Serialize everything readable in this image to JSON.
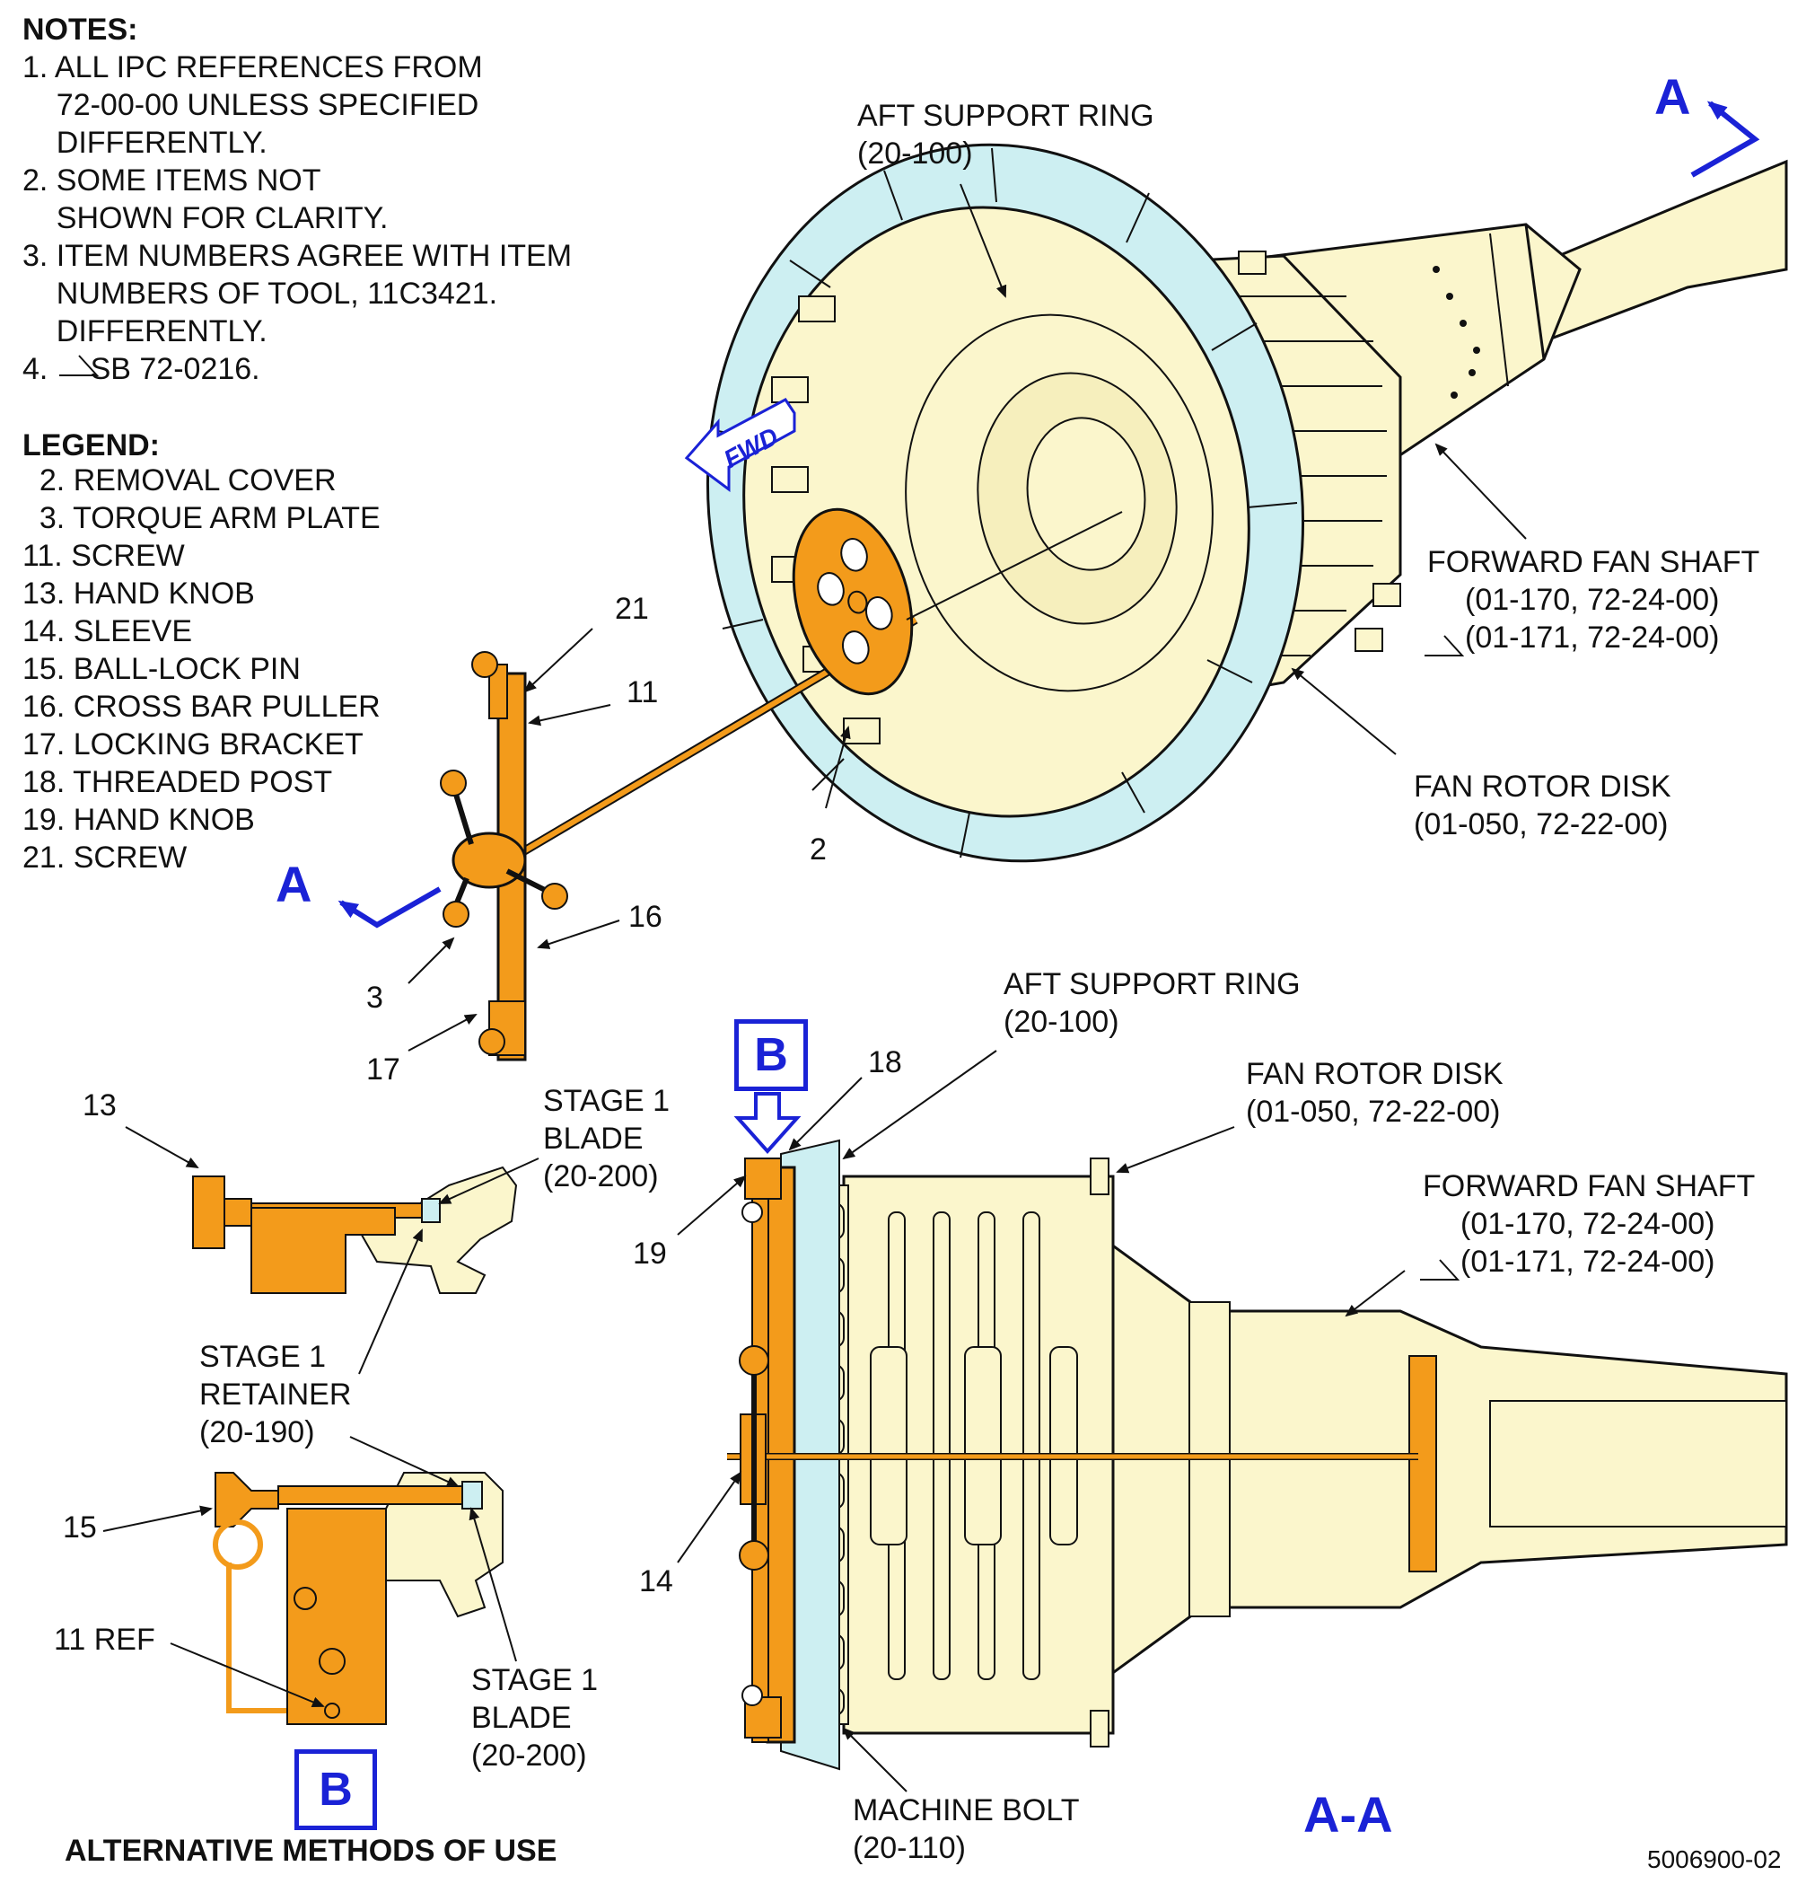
{
  "notes": {
    "heading": "NOTES:",
    "items": [
      "1. ALL IPC REFERENCES FROM",
      "    72-00-00 UNLESS SPECIFIED",
      "    DIFFERENTLY.",
      "2. SOME ITEMS NOT",
      "    SHOWN FOR CLARITY.",
      "3. ITEM NUMBERS AGREE WITH ITEM",
      "    NUMBERS OF TOOL, 11C3421.",
      "    DIFFERENTLY.",
      "4.     SB 72-0216."
    ]
  },
  "legend": {
    "heading": "LEGEND:",
    "items": [
      "  2. REMOVAL COVER",
      "  3. TORQUE ARM PLATE",
      "11. SCREW",
      "13. HAND KNOB",
      "14. SLEEVE",
      "15. BALL-LOCK PIN",
      "16. CROSS BAR PULLER",
      "17. LOCKING BRACKET",
      "18. THREADED POST",
      "19. HAND KNOB",
      "21. SCREW"
    ]
  },
  "callouts_top": {
    "aft_ring": "AFT SUPPORT RING",
    "aft_ring_ref": "(20-100)",
    "fwd_shaft": "FORWARD FAN SHAFT",
    "fwd_shaft_ref1": "(01-170, 72-24-00)",
    "fwd_shaft_ref2": "(01-171, 72-24-00)",
    "fan_disk": "FAN ROTOR DISK",
    "fan_disk_ref": "(01-050, 72-22-00)",
    "fwd": "FWD",
    "n21": "21",
    "n11": "11",
    "n2": "2",
    "n16": "16",
    "n3": "3",
    "n17": "17"
  },
  "view_markers": {
    "a_top": "A",
    "a_left": "A",
    "section": "A-A",
    "b_box_top": "B",
    "b_box_bottom": "B"
  },
  "detail_b": {
    "n13": "13",
    "blade1": "STAGE 1",
    "blade2": "BLADE",
    "blade3": "(20-200)",
    "ret1": "STAGE 1",
    "ret2": "RETAINER",
    "ret3": "(20-190)",
    "n15": "15",
    "n11ref": "11 REF",
    "bblade1": "STAGE 1",
    "bblade2": "BLADE",
    "bblade3": "(20-200)",
    "caption": "ALTERNATIVE METHODS OF USE"
  },
  "section_aa": {
    "aft_ring": "AFT SUPPORT RING",
    "aft_ring_ref": "(20-100)",
    "n18": "18",
    "fan_disk": "FAN ROTOR DISK",
    "fan_disk_ref": "(01-050, 72-22-00)",
    "fwd_shaft": "FORWARD FAN SHAFT",
    "fwd_shaft_ref1": "(01-170, 72-24-00)",
    "fwd_shaft_ref2": "(01-171, 72-24-00)",
    "n19": "19",
    "n14": "14",
    "bolt": "MACHINE BOLT",
    "bolt_ref": "(20-110)"
  },
  "figure_id": "5006900-02",
  "colors": {
    "tool_orange": "#f39b1b",
    "part_cream": "#fbf6cc",
    "ring_blue": "#cdeff2",
    "marker_blue": "#1a22d6"
  }
}
